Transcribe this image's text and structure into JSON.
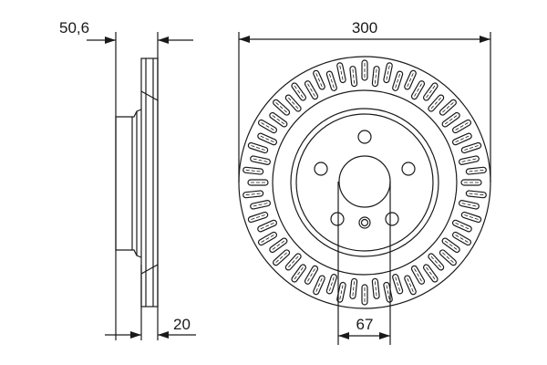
{
  "dimensions": {
    "hub_height": "50,6",
    "disc_thickness": "20",
    "diameter": "300",
    "center_bore": "67"
  },
  "colors": {
    "line": "#1a1a1a",
    "background": "#ffffff"
  }
}
